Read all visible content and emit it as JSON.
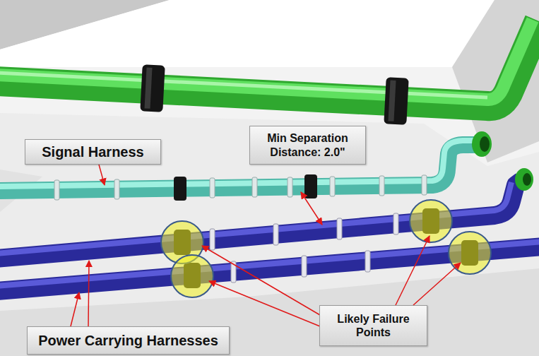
{
  "diagram": {
    "nodes": [
      {
        "text": [
          "Min Separation Distance: 2.0\""
        ]
      },
      {
        "text": [
          "Signal Harness"
        ]
      },
      {
        "text": [
          "Likely Failure Points"
        ]
      },
      {
        "text": [
          "Power Carrying Harnesses"
        ]
      }
    ]
  }
}
